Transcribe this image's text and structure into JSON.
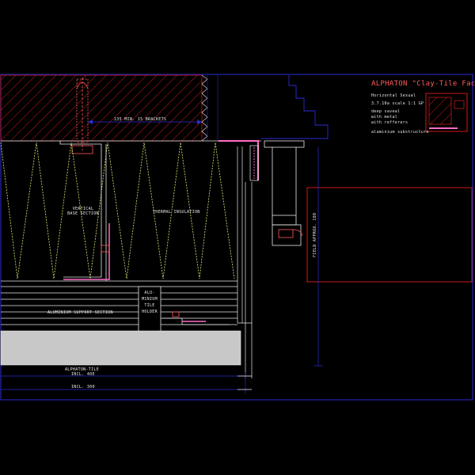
{
  "title_block": {
    "title": "ALPHATON \"Clay-Tile Facade",
    "subtitle": "Horizontal Sexual",
    "line1": "3.7.10a   scale 1:1 GP",
    "line2": "deep saveal",
    "line3": "with metal",
    "line4": "with refferers",
    "line5": "alaminium substructure"
  },
  "labels": {
    "mounting": "135 MIN. 15 BRACKETS",
    "vertical_1": "VERTICAL",
    "vertical_2": "BASE SECTION",
    "insulation": "THERMAL INSULATION",
    "aluminium_section": "ALUMINIUM SUPPORT SECTION",
    "alu_1": "ALU-",
    "alu_2": "MINIUM",
    "alu_3": "TILE",
    "alu_4": "HOLDER",
    "tile_1": "ALPHATON-TILE",
    "tile_2": "INCL. 40E",
    "total": "INCL. 300",
    "right_dim": "FIELD APPROX. 180"
  },
  "colors": {
    "background": "#000000",
    "frame": "#2b2bd6",
    "wall_hatch": "#ff2020",
    "insulation": "#e6e67a",
    "tile_fill": "#c8c8c8",
    "magenta": "#ff6ec7",
    "white": "#e8e8e8"
  }
}
